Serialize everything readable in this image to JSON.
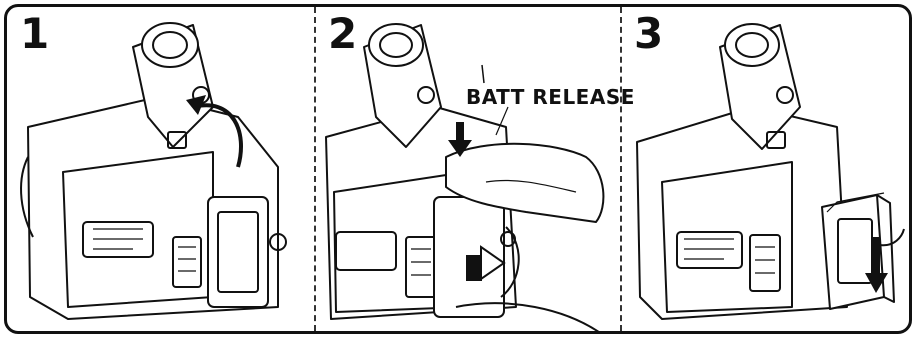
{
  "steps": [
    {
      "number": "1"
    },
    {
      "number": "2",
      "callout": "BATT RELEASE"
    },
    {
      "number": "3"
    }
  ],
  "colors": {
    "ink": "#111111",
    "paper": "#ffffff"
  }
}
